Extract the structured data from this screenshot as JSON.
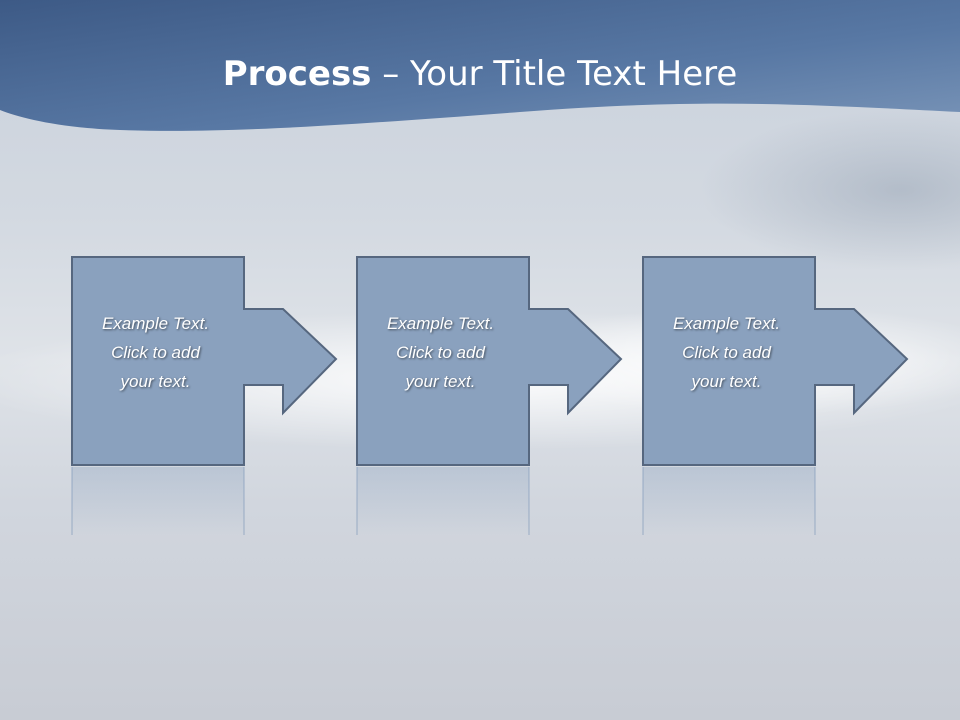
{
  "title": {
    "bold": "Process",
    "rest": " – Your Title Text Here"
  },
  "steps": [
    {
      "text": "Example Text.\nClick  to add\nyour text."
    },
    {
      "text": "Example Text.\nClick  to add\nyour text."
    },
    {
      "text": "Example Text.\nClick  to add\nyour text."
    }
  ],
  "colors": {
    "header": "#5673a0",
    "box_fill": "#8aa1be",
    "box_stroke": "#56677f"
  }
}
